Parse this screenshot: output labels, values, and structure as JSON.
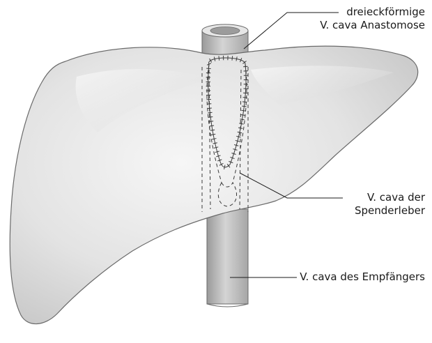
{
  "labels": {
    "anastomosis": {
      "line1": "dreieckförmige",
      "line2": "V. cava Anastomose"
    },
    "donor_cava": {
      "line1": "V. cava der",
      "line2": "Spenderleber"
    },
    "recipient_cava": {
      "line1": "V. cava des Empfängers"
    }
  },
  "colors": {
    "liver_fill_light": "#f1f1f1",
    "liver_fill_mid": "#dcdcdc",
    "liver_fill_dark": "#bdbdbd",
    "liver_outline": "#6a6a6a",
    "vessel_fill": "#b8b8b8",
    "leader_line": "#1a1a1a",
    "stitch": "#3a3a3a"
  }
}
